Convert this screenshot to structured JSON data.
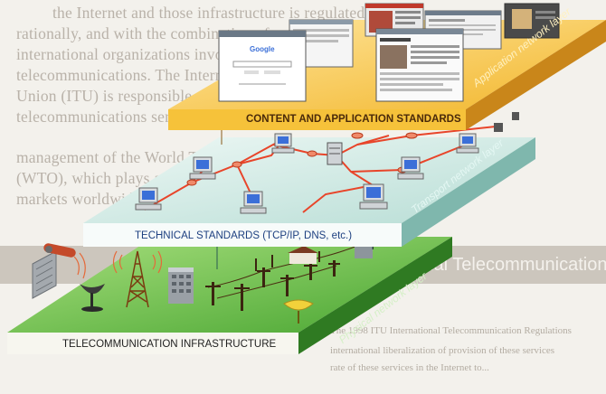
{
  "background_text": {
    "lines": [
      "the Internet and those infrastructure is regulated",
      "rationally, and with the combination of public and private",
      "international organizations involved in the regulation",
      "telecommunications. The International Telecommunication",
      "Union (ITU) is responsible, among other things, among national",
      "telecommunications services of the radio spectrum, and the",
      "management of the World Trade Organization",
      "(WTO), which plays a role in the liberalization of telecommunication",
      "markets worldwide."
    ],
    "band_heading": "The International Telecommunication Union",
    "footer_lines": [
      "The 1998 ITU International Telecommunication Regulations",
      "international liberalization of provision of these services",
      "rate of these services in the Internet to..."
    ]
  },
  "layers": {
    "application": {
      "label": "CONTENT AND APPLICATION STANDARDS",
      "side_label": "Application network layer",
      "screen_titles": [
        "Google"
      ]
    },
    "transport": {
      "label": "TECHNICAL STANDARDS (TCP/IP, DNS, etc.)",
      "side_label": "Transport network layer"
    },
    "physical": {
      "label": "TELECOMMUNICATION INFRASTRUCTURE",
      "side_label": "Physical network layer"
    }
  },
  "colors": {
    "application_top": "#f6c23a",
    "application_side": "#c9861a",
    "transport_top": "#cfe9e3",
    "transport_side": "#7fb7ad",
    "physical_top": "#6cc34a",
    "physical_side": "#2f7a22",
    "connection_line": "#e8452a"
  }
}
